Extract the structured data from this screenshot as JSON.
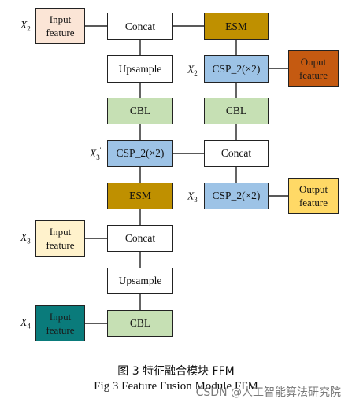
{
  "nodes": {
    "concat_top": "Concat",
    "upsample_1": "Upsample",
    "cbl_1": "CBL",
    "csp_left": "CSP_2(×2)",
    "esm_left": "ESM",
    "concat_mid": "Concat",
    "upsample_2": "Upsample",
    "cbl_bottom": "CBL",
    "esm_right": "ESM",
    "csp_right_1": "CSP_2(×2)",
    "cbl_right": "CBL",
    "concat_right": "Concat",
    "csp_right_2": "CSP_2(×2)"
  },
  "inputs": {
    "x2_line1": "Input",
    "x2_line2": "feature",
    "x3_line1": "Input",
    "x3_line2": "feature",
    "x4_line1": "Input",
    "x4_line2": "feature"
  },
  "outputs": {
    "out1_line1": "Ouput",
    "out1_line2": "feature",
    "out2_line1": "Output",
    "out2_line2": "feature"
  },
  "labels": {
    "x_letter": "X",
    "x2": "2",
    "x3": "3",
    "x4": "4",
    "prime": "'"
  },
  "caption": {
    "zh": "图 3 特征融合模块 FFM",
    "en": "Fig 3 Feature Fusion Module FFM"
  },
  "watermark": "CSDN @人工智能算法研究院",
  "colors": {
    "cbl": "#c6e0b4",
    "csp": "#9dc3e6",
    "esm": "#bf9000",
    "input_x2": "#fbe5d6",
    "input_x3": "#fff2cc",
    "input_x4": "#0a7b7b",
    "output_1": "#c55a11",
    "output_2": "#ffd966"
  }
}
